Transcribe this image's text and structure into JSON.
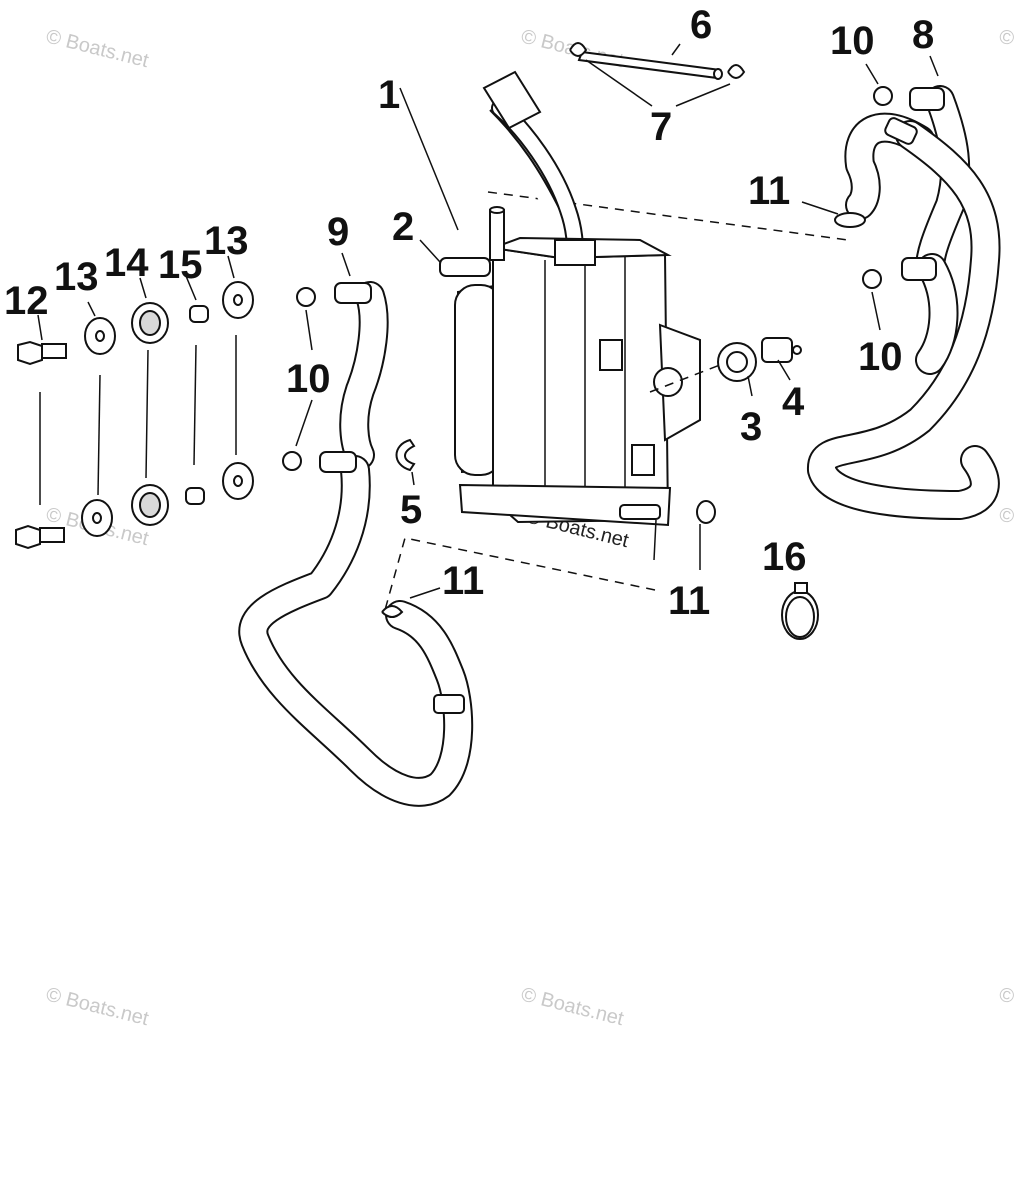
{
  "diagram": {
    "callouts": {
      "n1": "1",
      "n2": "2",
      "n3": "3",
      "n4": "4",
      "n5": "5",
      "n6": "6",
      "n7": "7",
      "n8": "8",
      "n9": "9",
      "n10a": "10",
      "n10b": "10",
      "n10c": "10",
      "n11a": "11",
      "n11b": "11",
      "n11c": "11",
      "n12": "12",
      "n13a": "13",
      "n13b": "13",
      "n14": "14",
      "n15": "15",
      "n16": "16"
    },
    "watermark": "© Boats.net"
  }
}
